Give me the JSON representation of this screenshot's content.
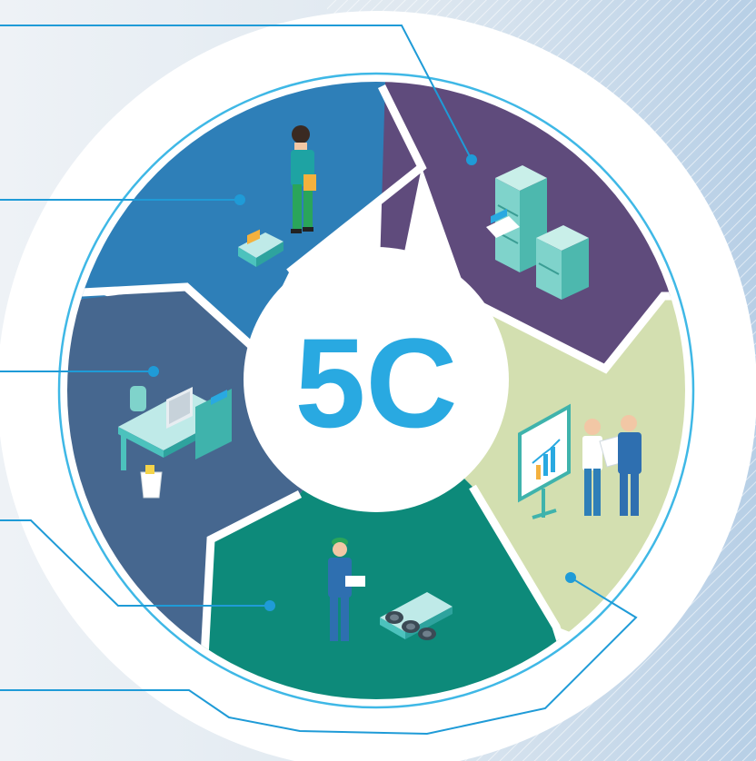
{
  "center": {
    "label": "5C",
    "label_color": "#29a9e1"
  },
  "colors": {
    "background_left": "#eef2f6",
    "background_right": "#b7cfe6",
    "hatch": "#ffffff",
    "ring": "#ffffff",
    "outline": "#3fb8e6",
    "connector": "#1f9bd7"
  },
  "segments": [
    {
      "id": "upper-left",
      "color": "#2e7fb8",
      "illustration": "person-with-file-box-icon"
    },
    {
      "id": "upper-right",
      "color": "#5f4b7c",
      "illustration": "filing-cabinets-icon"
    },
    {
      "id": "right",
      "color": "#d3dfb0",
      "illustration": "presentation-board-meeting-icon"
    },
    {
      "id": "bottom",
      "color": "#0d8a7a",
      "illustration": "worker-inspecting-pipes-icon"
    },
    {
      "id": "left",
      "color": "#46678f",
      "illustration": "office-desk-icon"
    }
  ]
}
